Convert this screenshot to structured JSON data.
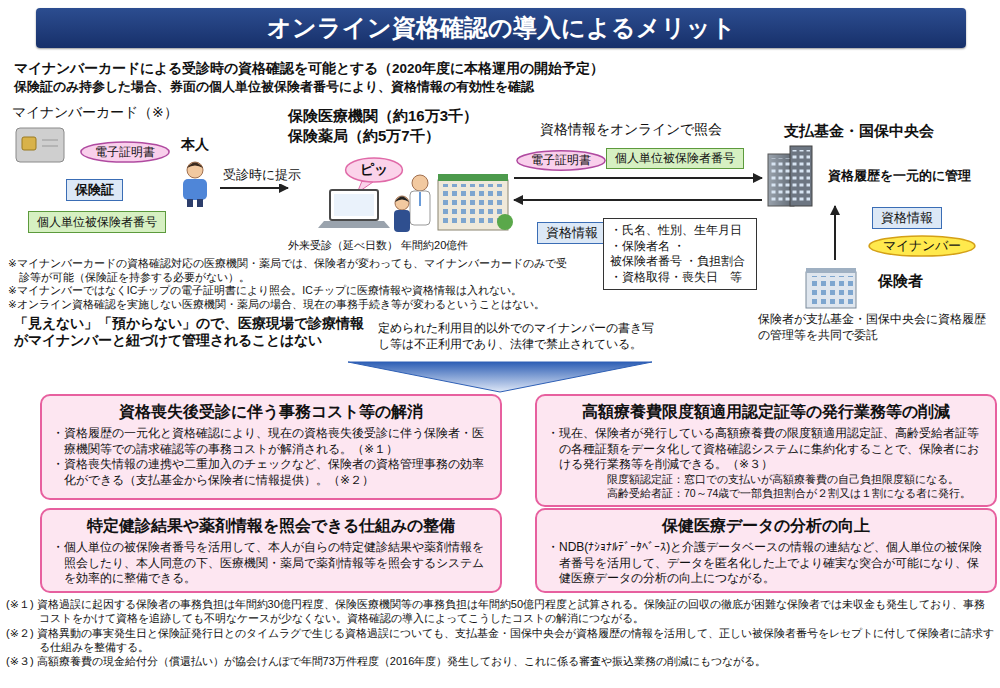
{
  "diagram": {
    "title": "オンライン資格確認の導入によるメリット",
    "nodes": [
      {
        "text": [
          "電子証明書"
        ]
      },
      {
        "text": [
          "保険証"
        ]
      },
      {
        "text": [
          "個人単位被保険者番号"
        ]
      },
      {
        "text": [
          "本人"
        ]
      },
      {
        "text": [
          "保険医療機関（約16万3千） 保険薬局（約5万7千）",
          "外来受診（延べ日数） 年間約20億件"
        ]
      },
      {
        "text": [
          "ピッ"
        ]
      },
      {
        "text": [
          "電子証明書"
        ]
      },
      {
        "text": [
          "個人単位被保険者番号"
        ]
      },
      {
        "text": [
          "支払基金・国保中央会",
          "資格履歴を一元的に管理"
        ]
      },
      {
        "text": [
          "資格情報"
        ]
      },
      {
        "text": [
          "・氏名、性別、生年月日 ・保険者名 ・被保険者番号 ・負担割合 ・資格取得・喪失日　等"
        ]
      },
      {
        "text": [
          "資格情報"
        ]
      },
      {
        "text": [
          "マイナンバー"
        ]
      },
      {
        "text": [
          "保険者",
          "保険者が支払基金・国保中央会に資格履歴の管理等を共同で委託"
        ]
      },
      {
        "text": [
          "「見えない」「預からない」ので、医療現場で診療情報がマイナンバーと紐づけて管理されることはない"
        ]
      },
      {
        "text": [
          "資格喪失後受診に伴う事務コスト等の解消",
          "・資格履歴の一元化と資格確認により、現在の資格喪失後受診に伴う保険者・医療機関等での請求確認等の事務コストが解消される。（※１）",
          "・資格喪失情報の連携や二重加入のチェックなど、保険者の資格管理事務の効率化ができる（支払基金から保険者に情報提供）。（※２）"
        ]
      },
      {
        "text": [
          "高額療養費限度額適用認定証等の発行業務等の削減",
          "・現在、保険者が発行している高額療養費の限度額適用認定証、高齢受給者証等の各種証類をデータ化して資格確認システムに集約化することで、保険者における発行業務等を削減できる。（※３）",
          "限度額認定証：窓口での支払いが高額療養費の自己負担限度額になる。",
          "高齢受給者証：70～74歳で一部負担割合が２割又は１割になる者に発行。"
        ]
      },
      {
        "text": [
          "特定健診結果や薬剤情報を照会できる仕組みの整備",
          "・個人単位の被保険者番号を活用して、本人が自らの特定健診結果や薬剤情報を照会したり、本人同意の下、医療機関・薬局で薬剤情報等を照会するシステムを効率的に整備できる。"
        ]
      },
      {
        "text": [
          "保健医療データの分析の向上",
          "・NDB(ﾅｼｮﾅﾙﾃﾞｰﾀﾍﾞｰｽ)と介護データベースの情報の連結など、個人単位の被保険者番号を活用して、データを匿名化した上でより確実な突合が可能になり、保健医療データの分析の向上につながる。"
        ]
      }
    ],
    "edges": [
      {
        "from": 3,
        "to": 4,
        "arrow": "to",
        "label": "受診時に提示"
      },
      {
        "from": 4,
        "to": 8,
        "arrow": "to",
        "label": "資格情報をオンラインで照会"
      },
      {
        "from": 8,
        "to": 4,
        "arrow": "to"
      },
      {
        "from": 13,
        "to": 8,
        "arrow": "to"
      }
    ],
    "labels": [
      "マイナンバーカードによる受診時の資格確認を可能とする（2020年度に本格運用の開始予定）",
      "保険証のみ持参した場合、券面の個人単位被保険者番号により、資格情報の有効性を確認",
      "マイナンバーカード（※）",
      "※マイナンバーカードの資格確認対応の医療機関・薬局では、保険者が変わっても、マイナンバーカードのみで受診等が可能（保険証を持参する必要がない）。",
      "※マイナンバーではなくICチップの電子証明書により照会。ICチップに医療情報や資格情報は入れない。",
      "※オンライン資格確認を実施しない医療機関・薬局の場合、現在の事務手続き等が変わるということはない。",
      "定められた利用目的以外でのマイナンバーの書き写し等は不正利用であり、法律で禁止されている。",
      "(※１) 資格過誤に起因する保険者の事務負担は年間約30億円程度、保険医療機関等の事務負担は年間約50億円程度と試算される。保険証の回収の徹底が困難な保険者では未収金も発生しており、事務コストをかけて資格を追跡しても不明なケースが少なくない。資格確認の導入によってこうしたコストの解消につながる。",
      "(※２) 資格異動の事実発生日と保険証発行日とのタイムラグで生じる資格過誤についても、支払基金・国保中央会が資格履歴の情報を活用して、正しい被保険者番号をレセプトに付して保険者に請求する仕組みを整備する。",
      "(※３) 高額療養費の現金給付分（償還払い）が協会けんぽで年間73万件程度（2016年度）発生しており、これに係る審査や振込業務の削減にもつながる。"
    ]
  }
}
